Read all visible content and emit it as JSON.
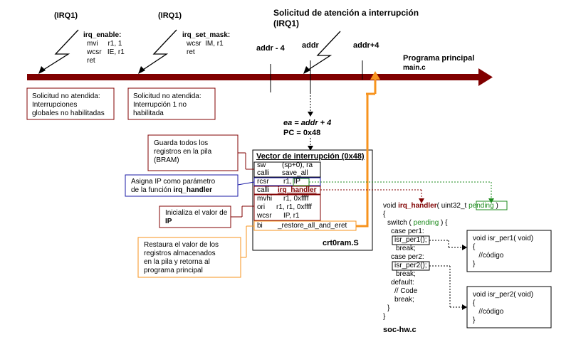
{
  "irq_left": "(IRQ1)",
  "irq_mid": "(IRQ1)",
  "title_line1": "Solicitud de atención a interrupción",
  "title_line2": "(IRQ1)",
  "irq_enable": {
    "title": "irq_enable:",
    "lines": [
      "mvi     r1, 1",
      "wcsr   IE, r1",
      "ret"
    ]
  },
  "irq_set_mask": {
    "title": "irq_set_mask:",
    "lines": [
      "wcsr  IM, r1",
      "ret"
    ]
  },
  "addr_minus4": "addr - 4",
  "addr": "addr",
  "addr_plus4": "addr+4",
  "main_title": "Programa principal",
  "main_file": "main.c",
  "note1": [
    "Solicitud no atendida:",
    "Interrupciones",
    "globales no habilitadas"
  ],
  "note2": [
    "Solicitud no atendida:",
    "Interrupción 1 no",
    "habilitada"
  ],
  "ea_line": "ea = addr + 4",
  "pc_line": "PC = 0x48",
  "vector_title": "Vector de interrupción (0x48)",
  "vector_rows": [
    [
      "sw",
      "(sp+0), ra"
    ],
    [
      "calli",
      "save_all"
    ],
    [
      "rcsr",
      "r1, IP"
    ],
    [
      "calli",
      "irq_handler"
    ],
    [
      "mvhi",
      "r1, 0xffff"
    ],
    [
      "ori",
      "r1, r1, 0xffff"
    ],
    [
      "wcsr",
      "IP, r1"
    ],
    [
      "bi",
      "_restore_all_and_eret"
    ]
  ],
  "crt_file": "crt0ram.S",
  "label_save": [
    "Guarda todos los",
    "registros en la pila",
    "(BRAM)"
  ],
  "label_ip_line1": "Asigna IP como parámetro",
  "label_ip_line2a": "de la función ",
  "label_ip_line2b": "irq_handler",
  "label_init_line1": "Inicializa el valor de",
  "label_init_line2": "IP",
  "label_restore": [
    "Restaura el valor de  los",
    "registros almacenados",
    "en la pila y retorna al",
    "programa principal"
  ],
  "handler": {
    "sig_a": "void ",
    "sig_b": "irq_handler",
    "sig_c": "( uint32_t ",
    "sig_param": "pending",
    "sig_d": " )",
    "open": "{",
    "switch_a": "switch ( ",
    "switch_b": "pending",
    "switch_c": " ) {",
    "case1": "case per1:",
    "call1": "isr_per1();",
    "break1": "break;",
    "case2": "case per2:",
    "call2": "isr_per2();",
    "break2": "break;",
    "default": "default:",
    "comment": "// Code",
    "break3": "break;",
    "close_inner": "}",
    "close": "}"
  },
  "handler_file": "soc-hw.c",
  "isr1": [
    "void isr_per1( void)",
    "{",
    "   //código",
    "}"
  ],
  "isr2": [
    "void isr_per2( void)",
    "{",
    "   //código",
    "}"
  ],
  "colors": {
    "maroon": "#800000",
    "red": "#c0392b",
    "blue": "#1a1aa6",
    "orange": "#f7931e",
    "green": "#1e8b1e"
  }
}
